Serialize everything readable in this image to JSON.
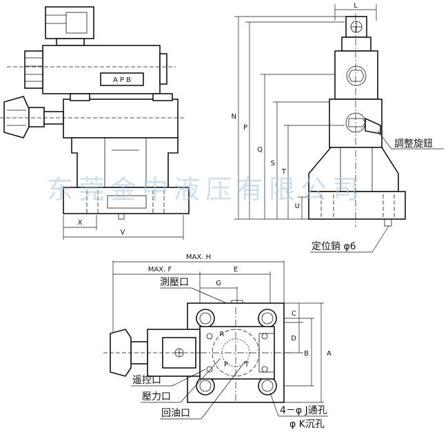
{
  "watermark": "东莞金中液压有限公司",
  "front_view": {
    "coil_label": "A P B",
    "dim_x": "X",
    "dim_v": "V"
  },
  "side_view": {
    "dim_l": "L",
    "dim_n": "N",
    "dim_p": "P",
    "dim_q": "Q",
    "dim_s": "S",
    "dim_t": "T",
    "dim_u": "U",
    "adjust_knob": "調整旋鈕",
    "locating_pin": "定位銷 φ6"
  },
  "top_view": {
    "dim_max_h": "MAX. H",
    "dim_max_f": "MAX. F",
    "dim_e": "E",
    "dim_g": "G",
    "dim_c": "C",
    "dim_d": "D",
    "dim_b": "B",
    "dim_a": "A",
    "gauge_port": "測壓口",
    "remote_port": "遥控口",
    "pressure_port": "壓力口",
    "return_port": "回油口",
    "through_hole": "4－φ J通孔",
    "counterbore": "φ K沉孔",
    "port_r": "R",
    "port_p": "P",
    "port_t": "T"
  }
}
